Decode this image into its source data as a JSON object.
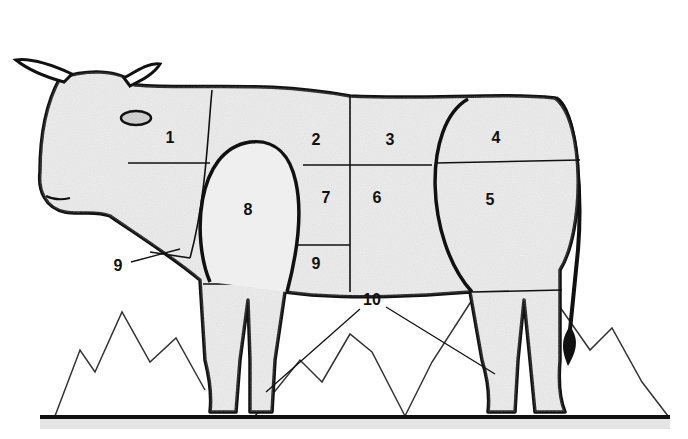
{
  "diagram": {
    "labels": [
      "1",
      "2",
      "3",
      "4",
      "8",
      "7",
      "6",
      "5",
      "9",
      "9",
      "10"
    ]
  }
}
